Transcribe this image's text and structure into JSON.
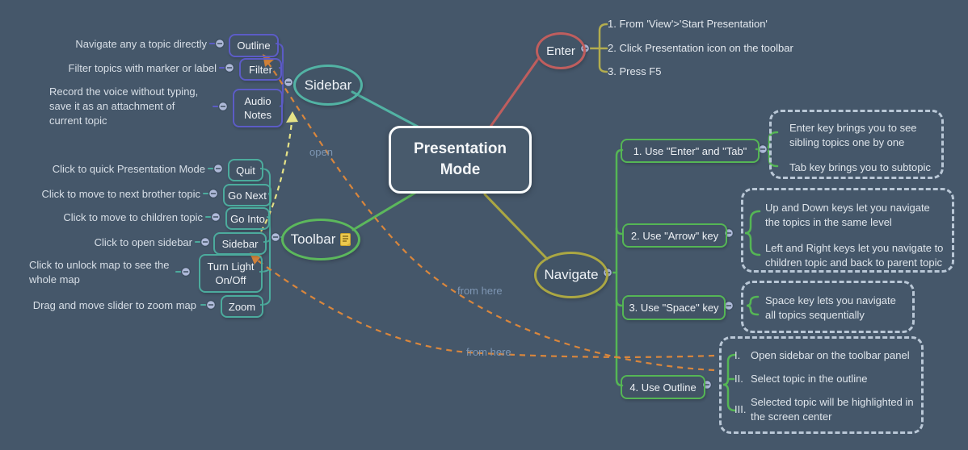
{
  "root": {
    "title": "Presentation Mode"
  },
  "colors": {
    "background": "#45576a",
    "teal": "#52b3a4",
    "green": "#5cb85c",
    "bright_green": "#55b655",
    "purple": "#5c5cc6",
    "red": "#bf5e5e",
    "olive": "#aba743",
    "orange_arrow": "#d9863c",
    "yellow_arrow": "#e6e387",
    "callout_border": "#b9c7d6",
    "connector_dot": "#aeb9d8"
  },
  "sidebar": {
    "label": "Sidebar",
    "outline": {
      "label": "Outline",
      "note": "Navigate any a topic directly"
    },
    "filter": {
      "label": "Filter",
      "note": "Filter topics with marker or label"
    },
    "audio": {
      "label": "Audio Notes",
      "note_lines": [
        "Record the voice without typing,",
        "save it as an attachment of",
        "current topic"
      ]
    }
  },
  "toolbar": {
    "label": "Toolbar",
    "quit": {
      "label": "Quit",
      "note": "Click to quick Presentation Mode"
    },
    "go_next": {
      "label": "Go Next",
      "note": "Click to move to next brother topic"
    },
    "go_into": {
      "label": "Go Into",
      "note": "Click to move to children topic"
    },
    "sidebar_btn": {
      "label": "Sidebar",
      "note": "Click to open sidebar"
    },
    "turn_light": {
      "label": "Turn Light On/Off",
      "note_lines": [
        "Click to unlock map to see the",
        "whole map"
      ]
    },
    "zoom": {
      "label": "Zoom",
      "note": "Drag and move slider to zoom map"
    },
    "note_icon": "note-icon"
  },
  "enter": {
    "label": "Enter",
    "items": [
      "1. From 'View'>'Start Presentation'",
      "2. Click Presentation icon on the toolbar",
      "3. Press F5"
    ]
  },
  "navigate": {
    "label": "Navigate",
    "topic1": {
      "label": "1. Use \"Enter\" and \"Tab\"",
      "notes": [
        "Enter key brings you to see sibling topics one by one",
        "Tab key brings you to subtopic"
      ]
    },
    "topic2": {
      "label": "2. Use \"Arrow\" key",
      "notes": [
        "Up and Down keys let you navigate the topics in the same level",
        "Left and Right keys let you navigate to children topic and back to parent topic"
      ]
    },
    "topic3": {
      "label": "3. Use \"Space\" key",
      "notes": [
        "Space key lets you navigate all topics sequentially"
      ]
    },
    "topic4": {
      "label": "4. Use Outline",
      "steps": [
        {
          "num": "I.",
          "text": "Open sidebar on the toolbar panel"
        },
        {
          "num": "II.",
          "text": "Select topic in the outline"
        },
        {
          "num": "III.",
          "text": "Selected topic will be highlighted in the screen center"
        }
      ]
    }
  },
  "floating_labels": {
    "open": "open",
    "from_here_a": "from here",
    "from_here_b": "from here"
  }
}
